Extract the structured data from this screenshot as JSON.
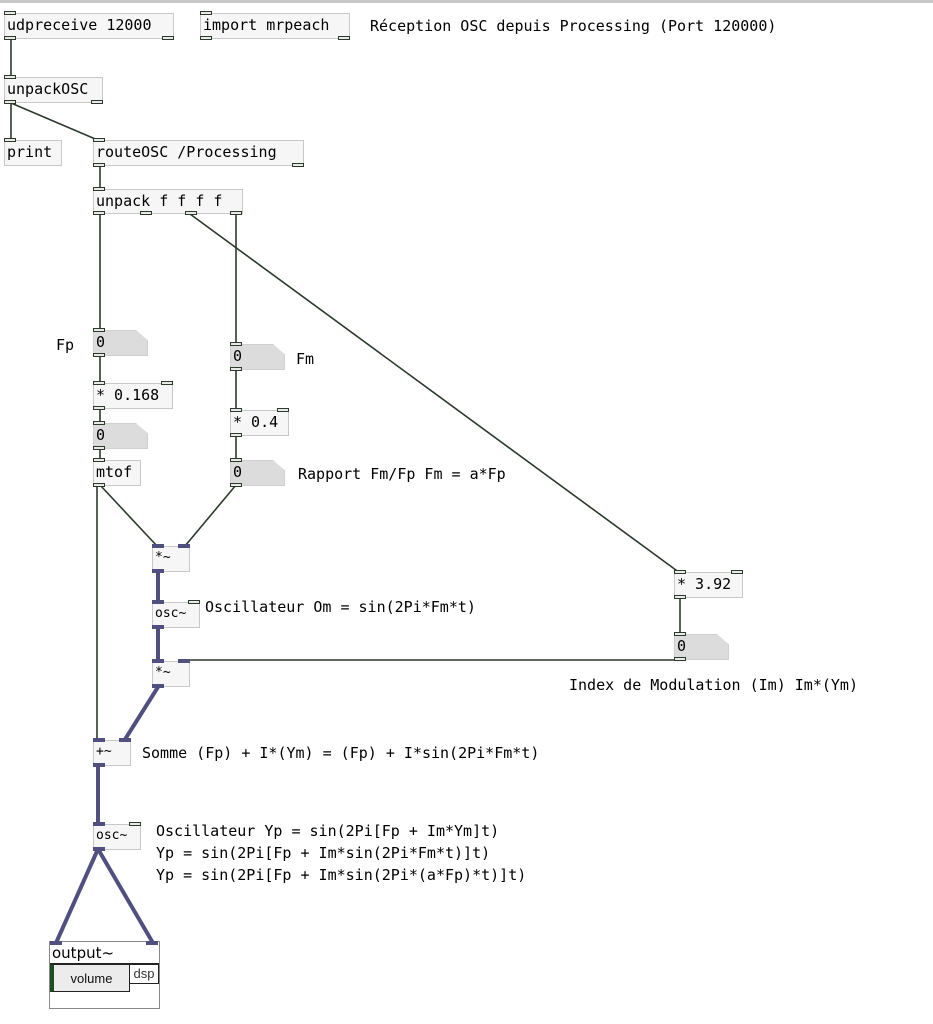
{
  "patch": {
    "objects": {
      "udpreceive": "udpreceive 12000",
      "import": "import mrpeach",
      "unpackosc": "unpackOSC",
      "print": "print",
      "routeosc": "routeOSC /Processing",
      "unpack": "unpack f f f f",
      "mul_fp": "* 0.168",
      "mtof": "mtof",
      "mul_fm": "* 0.4",
      "mul_index": "* 3.92",
      "mul_sig1": "*~",
      "osc_mod": "osc~",
      "mul_sig2": "*~",
      "add_sig": "+~",
      "osc_car": "osc~"
    },
    "number_boxes": {
      "fp": "0",
      "fp_scaled": "0",
      "fm": "0",
      "ratio": "0",
      "index": "0"
    },
    "comments": {
      "reception": "Réception OSC depuis Processing (Port 120000)",
      "fp": "Fp",
      "fm": "Fm",
      "ratio": "Rapport Fm/Fp Fm = a*Fp",
      "osc_mod": "Oscillateur Om = sin(2Pi*Fm*t)",
      "index": "Index de Modulation (Im) Im*(Ym)",
      "somme": "Somme (Fp) + I*(Ym) = (Fp) + I*sin(2Pi*Fm*t)",
      "osc_car_1": "Oscillateur Yp = sin(2Pi[Fp + Im*Ym]t)",
      "osc_car_2": "Yp = sin(2Pi[Fp + Im*sin(2Pi*Fm*t)]t)",
      "osc_car_3": "Yp = sin(2Pi[Fp + Im*sin(2Pi*(a*Fp)*t)]t)"
    },
    "output": {
      "title": "output~",
      "volume_label": "volume",
      "dsp_label": "dsp"
    },
    "colors": {
      "control_wire": "#2b3a2b",
      "signal_wire": "#4f4f80",
      "box_fill": "#f6f6f6",
      "number_fill": "#dcdcdc",
      "volume_bar": "#1f4d1f"
    }
  }
}
